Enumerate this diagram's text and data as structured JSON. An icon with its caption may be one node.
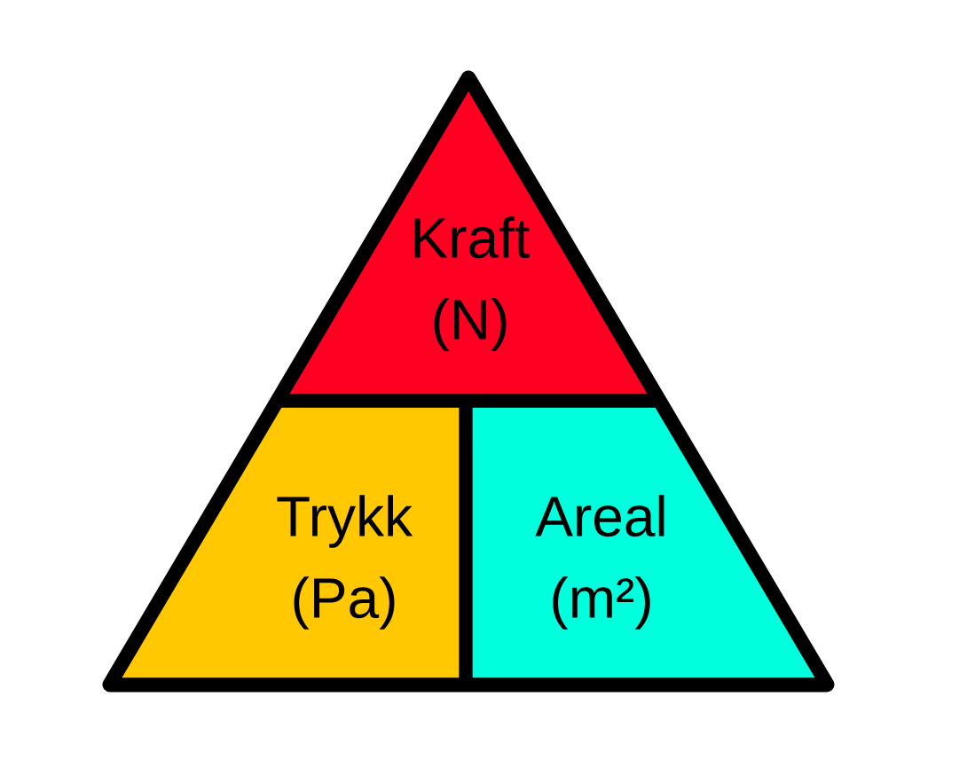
{
  "diagram": {
    "nodes": [
      {
        "text": [
          "Kraft",
          "(N)"
        ]
      },
      {
        "text": [
          "Trykk",
          "(Pa)"
        ]
      },
      {
        "text": [
          "Areal",
          "(m²)"
        ]
      }
    ]
  }
}
